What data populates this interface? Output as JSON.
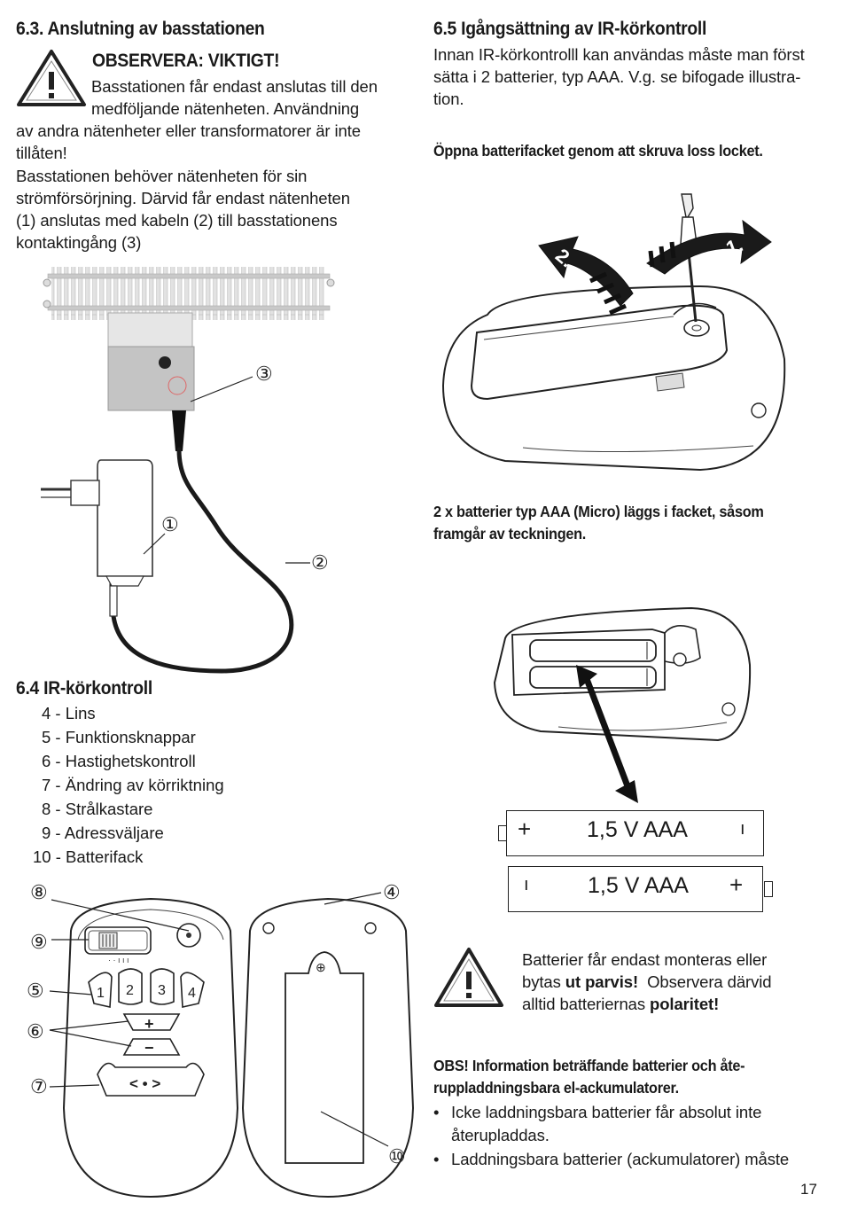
{
  "left": {
    "s63_title": "6.3. Anslutning av basstationen",
    "warning_title": "OBSERVERA: VIKTIGT!",
    "warning_l1": "Basstationen får endast anslutas till den",
    "warning_l2": "medföljande nätenheten. Användning",
    "warning_l3": "av andra nätenheter eller transformatorer är inte",
    "warning_l4": "tillåten!",
    "para_l1": "Basstationen behöver nätenheten för sin",
    "para_l2": "strömförsörjning. Därvid får endast nätenheten",
    "para_l3": "(1) anslutas med kabeln (2) till basstationens",
    "para_l4": "kontaktingång (3)",
    "callout_1": "①",
    "callout_2": "②",
    "callout_3": "③",
    "s64_title": "6.4 IR-körkontroll",
    "items": [
      "4 - Lins",
      "5 - Funktionsknappar",
      "6 - Hastighetskontroll",
      "7 - Ändring av körriktning",
      "8 - Strålkastare",
      "9 - Adressväljare",
      "10 - Batterifack"
    ],
    "remote_callouts": {
      "c4": "④",
      "c5": "⑤",
      "c6": "⑥",
      "c7": "⑦",
      "c8": "⑧",
      "c9": "⑨",
      "c10": "⑩"
    },
    "remote_buttons": {
      "b1": "1",
      "b2": "2",
      "b3": "3",
      "b4": "4",
      "plus": "+",
      "minus": "−",
      "dir": "< • >",
      "cover_plus": "⊕"
    }
  },
  "right": {
    "s65_title": "6.5 Igångsättning av IR-körkontroll",
    "intro_l1": "Innan IR-körkontrolll kan användas måste man först",
    "intro_l2": "sätta i 2 batterier, typ AAA. V.g. se bifogade illustra-",
    "intro_l3": "tion.",
    "open_line": "Öppna batterifacket genom att skruva loss locket.",
    "step1": "1.",
    "step2": "2.",
    "insert_l1": "2 x batterier typ AAA (Micro) läggs i facket, såsom",
    "insert_l2": "framgår av teckningen.",
    "battery1": {
      "plus": "+",
      "label": "1,5 V AAA",
      "minus": "ı"
    },
    "battery2": {
      "minus": "ı",
      "label": "1,5 V AAA",
      "plus": "+"
    },
    "warn_l1": "Batterier får endast monteras eller",
    "warn_l2a": "bytas ",
    "warn_l2b": "ut parvis!",
    "warn_l2c": "  Observera därvid",
    "warn_l3a": "alltid batteriernas ",
    "warn_l3b": "polaritet!",
    "obs_l1": "OBS! Information beträffande batterier och åte-",
    "obs_l2": "ruppladdningsbara el-ackumulatorer.",
    "bullets": [
      {
        "l1": "Icke laddningsbara batterier får absolut inte",
        "l2": "återupladdas."
      },
      {
        "l1": "Laddningsbara batterier (ackumulatorer) måste",
        "l2": ""
      }
    ],
    "bullet_char": "•"
  },
  "page_number": "17"
}
